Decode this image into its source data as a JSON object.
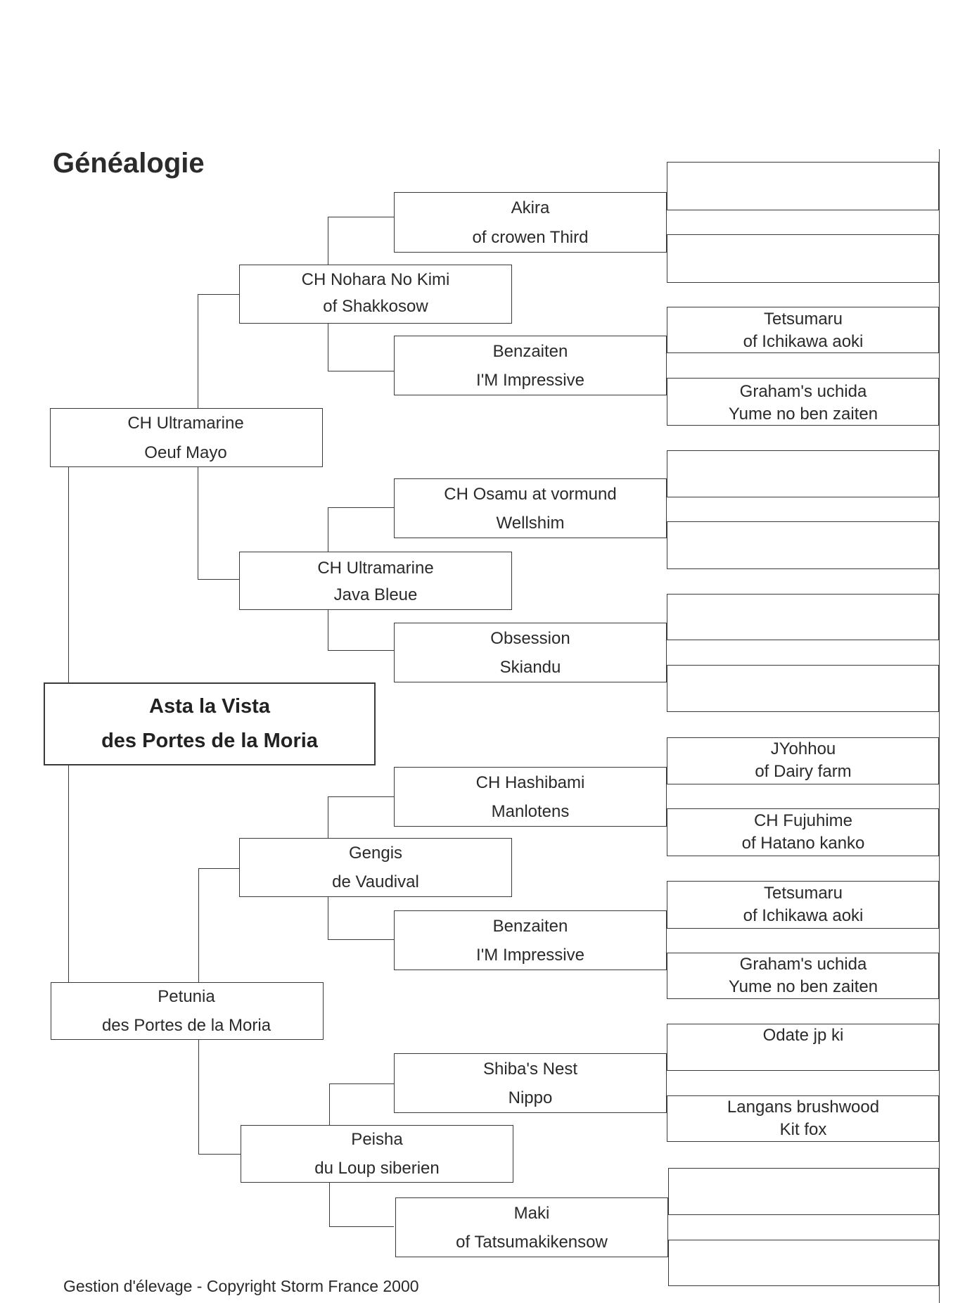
{
  "title": "Généalogie",
  "root": {
    "line1": "Asta la Vista",
    "line2": "des Portes de la Moria"
  },
  "sire": {
    "line1": "CH Ultramarine",
    "line2": "Oeuf Mayo"
  },
  "dam": {
    "line1": "Petunia",
    "line2": "des Portes de la Moria"
  },
  "grandparents": [
    {
      "line1": "CH Nohara No Kimi",
      "line2": "of Shakkosow"
    },
    {
      "line1": "CH Ultramarine",
      "line2": "Java Bleue"
    },
    {
      "line1": "Gengis",
      "line2": "de Vaudival"
    },
    {
      "line1": "Peisha",
      "line2": "du Loup siberien"
    }
  ],
  "great_grandparents": [
    {
      "line1": "Akira",
      "line2": "of crowen Third"
    },
    {
      "line1": "Benzaiten",
      "line2": "I'M Impressive"
    },
    {
      "line1": "CH Osamu at vormund",
      "line2": "Wellshim"
    },
    {
      "line1": "Obsession",
      "line2": "Skiandu"
    },
    {
      "line1": "CH Hashibami",
      "line2": "Manlotens"
    },
    {
      "line1": "Benzaiten",
      "line2": "I'M Impressive"
    },
    {
      "line1": "Shiba's Nest",
      "line2": "Nippo"
    },
    {
      "line1": "Maki",
      "line2": "of Tatsumakikensow"
    }
  ],
  "great_great_grandparents": [
    {
      "line1": "",
      "line2": ""
    },
    {
      "line1": "",
      "line2": ""
    },
    {
      "line1": "Tetsumaru",
      "line2": "of Ichikawa aoki"
    },
    {
      "line1": "Graham's uchida",
      "line2": "Yume no ben zaiten"
    },
    {
      "line1": "",
      "line2": ""
    },
    {
      "line1": "",
      "line2": ""
    },
    {
      "line1": "",
      "line2": ""
    },
    {
      "line1": "",
      "line2": ""
    },
    {
      "line1": "JYohhou",
      "line2": "of Dairy farm"
    },
    {
      "line1": "CH Fujuhime",
      "line2": "of Hatano kanko"
    },
    {
      "line1": "Tetsumaru",
      "line2": "of Ichikawa aoki"
    },
    {
      "line1": "Graham's uchida",
      "line2": "Yume no ben zaiten"
    },
    {
      "line1": "Odate jp ki",
      "line2": ""
    },
    {
      "line1": "Langans brushwood",
      "line2": "Kit fox"
    },
    {
      "line1": "",
      "line2": ""
    },
    {
      "line1": "",
      "line2": ""
    }
  ],
  "footer": "Gestion d'élevage  -  Copyright Storm France 2000"
}
